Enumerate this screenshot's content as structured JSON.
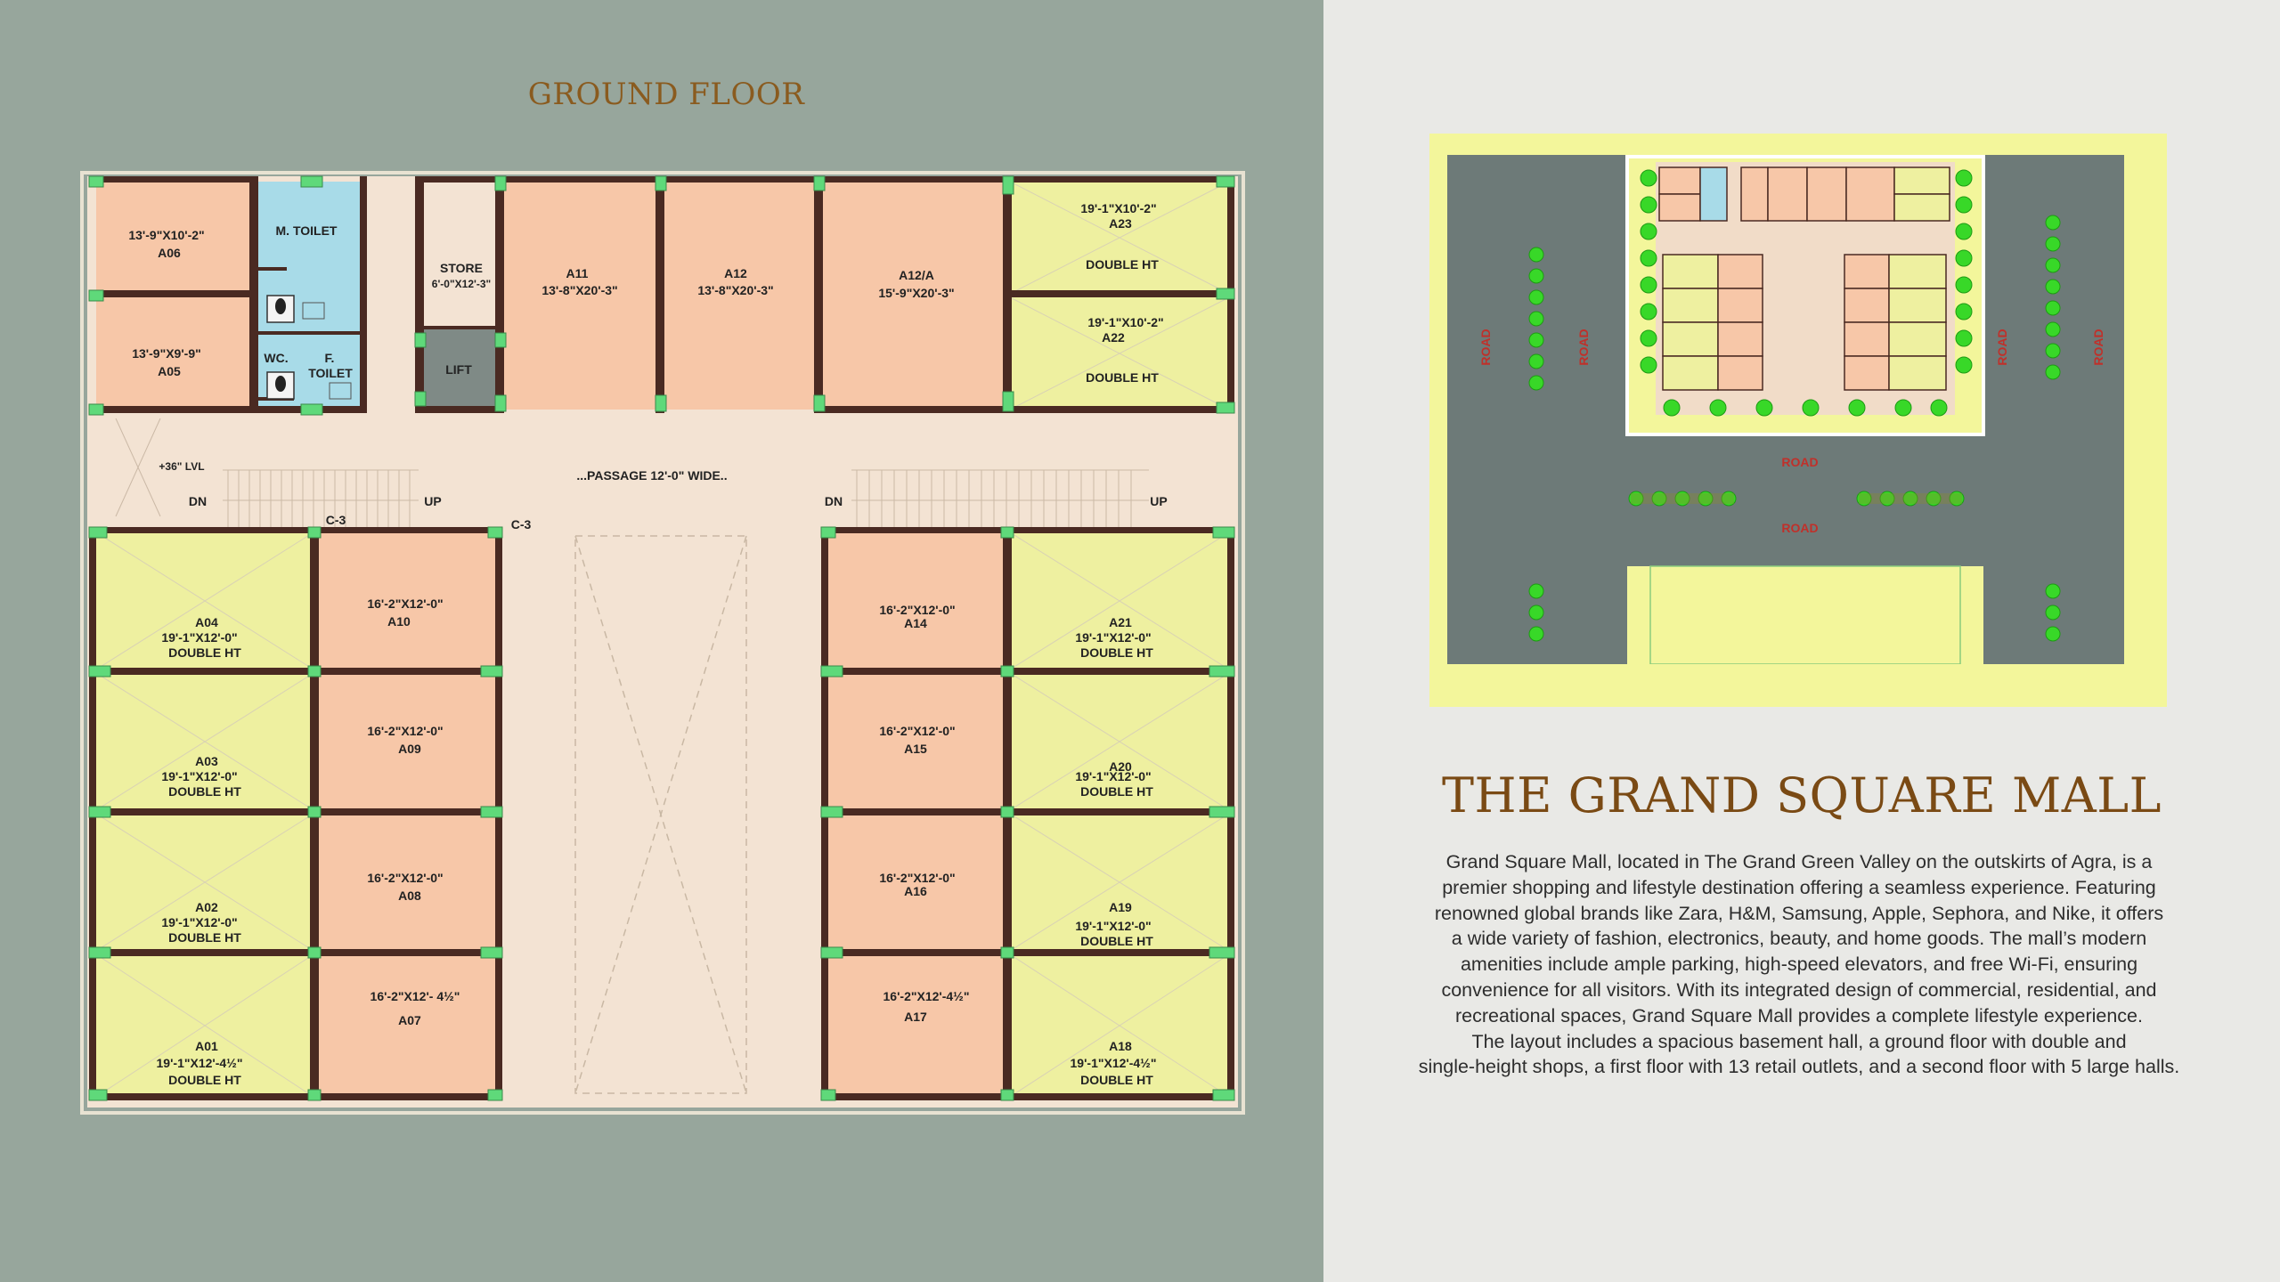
{
  "floor_title": "GROUND FLOOR",
  "rooms": {
    "a06": {
      "l1": "13'-9\"X10'-2\"",
      "l2": "A06"
    },
    "a05": {
      "l1": "13'-9\"X9'-9\"",
      "l2": "A05"
    },
    "m_toilet": "M. TOILET",
    "wc": "WC.",
    "f_toilet_1": "F.",
    "f_toilet_2": "TOILET",
    "store": {
      "l1": "STORE",
      "l2": "6'-0\"X12'-3\""
    },
    "lift": "LIFT",
    "a11": {
      "l1": "A11",
      "l2": "13'-8\"X20'-3\""
    },
    "a12": {
      "l1": "A12",
      "l2": "13'-8\"X20'-3\""
    },
    "a12a": {
      "l1": "A12/A",
      "l2": "15'-9\"X20'-3\""
    },
    "a23": {
      "l1": "19'-1\"X10'-2\"",
      "l2": "A23",
      "l3": "DOUBLE HT"
    },
    "a22": {
      "l1": "19'-1\"X10'-2\"",
      "l2": "A22",
      "l3": "DOUBLE HT"
    },
    "lvl": "+36\" LVL",
    "passage": "...PASSAGE 12'-0\" WIDE..",
    "dn_left": "DN",
    "up_left": "UP",
    "dn_right": "DN",
    "up_right": "UP",
    "c3_a": "C-3",
    "c3_b": "C-3",
    "a04": {
      "l1": "A04",
      "l2": "19'-1\"X12'-0\"",
      "l3": "DOUBLE HT"
    },
    "a03": {
      "l1": "A03",
      "l2": "19'-1\"X12'-0\"",
      "l3": "DOUBLE HT"
    },
    "a02": {
      "l1": "A02",
      "l2": "19'-1\"X12'-0\"",
      "l3": "DOUBLE HT"
    },
    "a01": {
      "l1": "A01",
      "l2": "19'-1\"X12'-4½\"",
      "l3": "DOUBLE HT"
    },
    "a10": {
      "l1": "16'-2\"X12'-0\"",
      "l2": "A10"
    },
    "a09": {
      "l1": "16'-2\"X12'-0\"",
      "l2": "A09"
    },
    "a08": {
      "l1": "16'-2\"X12'-0\"",
      "l2": "A08"
    },
    "a07": {
      "l1": "16'-2\"X12'- 4½\"",
      "l2": "A07"
    },
    "a14": {
      "l1": "16'-2\"X12'-0\"",
      "l2": "A14"
    },
    "a15": {
      "l1": "16'-2\"X12'-0\"",
      "l2": "A15"
    },
    "a16": {
      "l1": "16'-2\"X12'-0\"",
      "l2": "A16"
    },
    "a17": {
      "l1": "16'-2\"X12'-4½\"",
      "l2": "A17"
    },
    "a21": {
      "l1": "A21",
      "l2": "19'-1\"X12'-0\"",
      "l3": "DOUBLE HT"
    },
    "a20": {
      "l1": "A20",
      "l2": "19'-1\"X12'-0\"",
      "l3": "DOUBLE HT"
    },
    "a19": {
      "l1": "A19",
      "l2": "19'-1\"X12'-0\"",
      "l3": "DOUBLE HT"
    },
    "a18": {
      "l1": "A18",
      "l2": "19'-1\"X12'-4½\"",
      "l3": "DOUBLE HT"
    }
  },
  "site_plan": {
    "road_left_outer": "ROAD",
    "road_left_inner": "ROAD",
    "road_right_inner": "ROAD",
    "road_right_outer": "ROAD",
    "road_middle": "ROAD",
    "road_lower": "ROAD"
  },
  "mall": {
    "title": "THE GRAND SQUARE MALL",
    "description_lines": [
      "Grand Square Mall, located in The Grand Green Valley on the outskirts of Agra, is a",
      "premier shopping and lifestyle destination offering a seamless experience. Featuring",
      "renowned global brands like Zara, H&M, Samsung, Apple, Sephora, and Nike, it offers",
      "a wide variety of fashion, electronics, beauty, and home goods. The mall’s modern",
      "amenities include ample parking, high-speed elevators, and free Wi-Fi, ensuring",
      "convenience for all visitors. With its integrated design of commercial, residential, and",
      "recreational spaces, Grand Square Mall provides a complete lifestyle experience.",
      "The layout includes a spacious basement hall, a ground floor with double and",
      "single-height shops, a first floor with 13 retail outlets, and a second floor with 5 large halls."
    ]
  },
  "colors": {
    "left_bg": "#97a69c",
    "right_bg": "#e9e9e6",
    "salmon_shop": "#f7c7a8",
    "yellow_shop": "#eef0a0",
    "toilet_blue": "#a8dbe8",
    "corridor": "#f3e3d3",
    "wall": "#4a2a22",
    "column": "#5fd97a",
    "road_gray": "#6d7a78",
    "site_yellow": "#f3f69b",
    "tree_green": "#38d828",
    "title_brown": "#7a4a14"
  }
}
